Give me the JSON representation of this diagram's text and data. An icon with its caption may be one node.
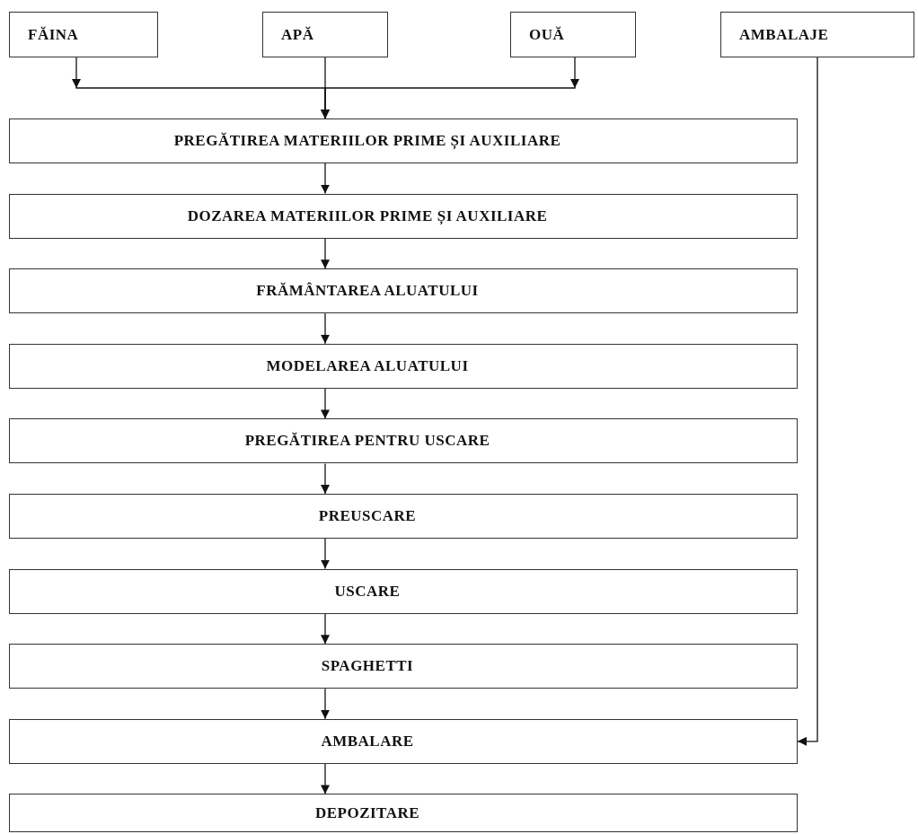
{
  "diagram": {
    "nodes": [
      {
        "text": [
          "FĂINA"
        ]
      },
      {
        "text": [
          "APĂ"
        ]
      },
      {
        "text": [
          "OUĂ"
        ]
      },
      {
        "text": [
          "AMBALAJE"
        ]
      },
      {
        "text": [
          "PREGĂTIREA MATERIILOR PRIME ȘI AUXILIARE"
        ]
      },
      {
        "text": [
          "DOZAREA MATERIILOR PRIME ȘI AUXILIARE"
        ]
      },
      {
        "text": [
          "FRĂMÂNTAREA ALUATULUI"
        ]
      },
      {
        "text": [
          "MODELAREA ALUATULUI"
        ]
      },
      {
        "text": [
          "PREGĂTIREA PENTRU USCARE"
        ]
      },
      {
        "text": [
          "PREUSCARE"
        ]
      },
      {
        "text": [
          "USCARE"
        ]
      },
      {
        "text": [
          "SPAGHETTI"
        ]
      },
      {
        "text": [
          "AMBALARE"
        ]
      },
      {
        "text": [
          "DEPOZITARE"
        ]
      }
    ],
    "edges": [
      {
        "from": 0,
        "to": 4,
        "arrow": "to"
      },
      {
        "from": 1,
        "to": 4,
        "arrow": "to"
      },
      {
        "from": 2,
        "to": 4,
        "arrow": "to"
      },
      {
        "from": 4,
        "to": 5,
        "arrow": "to"
      },
      {
        "from": 5,
        "to": 6,
        "arrow": "to"
      },
      {
        "from": 6,
        "to": 7,
        "arrow": "to"
      },
      {
        "from": 7,
        "to": 8,
        "arrow": "to"
      },
      {
        "from": 8,
        "to": 9,
        "arrow": "to"
      },
      {
        "from": 9,
        "to": 10,
        "arrow": "to"
      },
      {
        "from": 10,
        "to": 11,
        "arrow": "to"
      },
      {
        "from": 11,
        "to": 12,
        "arrow": "to"
      },
      {
        "from": 12,
        "to": 13,
        "arrow": "to"
      },
      {
        "from": 3,
        "to": 12,
        "arrow": "to"
      }
    ]
  }
}
